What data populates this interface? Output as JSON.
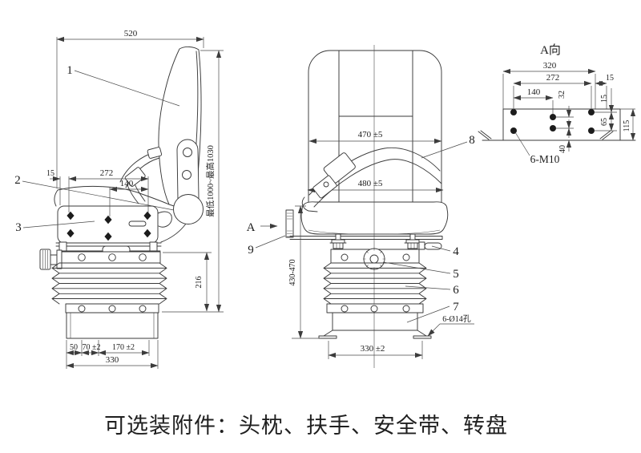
{
  "caption": {
    "text": "可选装附件：头枕、扶手、安全带、转盘"
  },
  "side_view": {
    "dim_520": "520",
    "dim_15": "15",
    "dim_272": "272",
    "dim_140": "140",
    "dim_height_range": "最低1000~最高1030",
    "dim_216": "216",
    "dim_50": "50",
    "dim_70": "70 ±2",
    "dim_170": "170 ±2",
    "dim_330": "330",
    "label_1": "1",
    "label_2": "2",
    "label_3": "3"
  },
  "front_view": {
    "dim_470": "470 ±5",
    "dim_480": "480 ±5",
    "dim_height_range": "430-470",
    "dim_330": "330 ±2",
    "holes_note": "6-Ø14孔",
    "view_arrow": "A",
    "label_4": "4",
    "label_5": "5",
    "label_6": "6",
    "label_7": "7",
    "label_8": "8",
    "label_9": "9"
  },
  "a_view": {
    "title": "A向",
    "dim_320": "320",
    "dim_272": "272",
    "dim_140": "140",
    "dim_32": "32",
    "dim_15_top": "15",
    "dim_15_side": "15",
    "dim_65": "65",
    "dim_115": "115",
    "dim_40": "40",
    "thread_note": "6-M10"
  }
}
